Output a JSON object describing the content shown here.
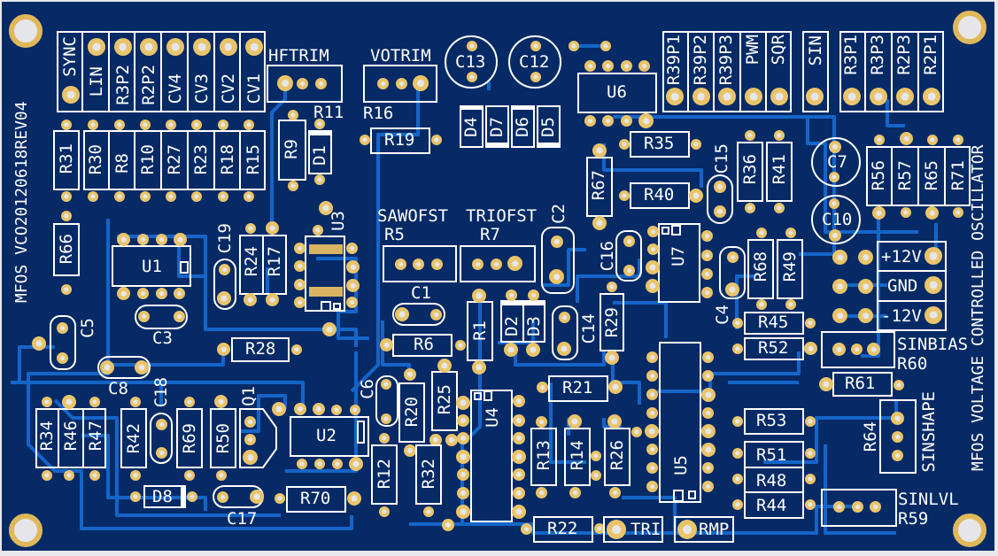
{
  "board": {
    "title_left": "MFOS   VCO20120618REV04",
    "title_right": "MFOS VOLTAGE CONTROLLED OSCILLATOR",
    "colors": {
      "substrate": "#062a66",
      "trace": "#1565c8",
      "pad": "#e9c46a",
      "silkscreen": "#ffffff",
      "drill": "#e6e6ea"
    }
  },
  "connectors_top_left": [
    "SYNC",
    "LIN",
    "R3P2",
    "R2P2",
    "CV4",
    "CV3",
    "CV2",
    "CV1"
  ],
  "connectors_top_right_a": [
    "R39P1",
    "R39P2",
    "R39P3",
    "PWM",
    "SQR"
  ],
  "connectors_top_right_b": [
    "SIN"
  ],
  "connectors_top_right_c": [
    "R3P1",
    "R3P3",
    "R2P3",
    "R2P1"
  ],
  "power": [
    "+12V",
    "GND",
    "-12V"
  ],
  "trimmers": {
    "hftrim": {
      "name": "HFTRIM",
      "ref": "R11"
    },
    "votrim": {
      "name": "VOTRIM",
      "ref": "R16"
    },
    "sawofst": {
      "name": "SAWOFST",
      "ref": "R5"
    },
    "triofst": {
      "name": "TRIOFST",
      "ref": "R7"
    },
    "sinbias": {
      "name": "SINBIAS",
      "ref": "R60"
    },
    "sinshape": {
      "name": "SINSHAPE",
      "ref": "R64"
    },
    "sinlvl": {
      "name": "SINLVL",
      "ref": "R59"
    }
  },
  "resistors_row": [
    "R31",
    "R30",
    "R8",
    "R10",
    "R27",
    "R23",
    "R18",
    "R15"
  ],
  "components": {
    "R9": "R9",
    "D1": "D1",
    "R19": "R19",
    "C13": "C13",
    "C12": "C12",
    "D4": "D4",
    "D7": "D7",
    "D6": "D6",
    "D5": "D5",
    "U6": "U6",
    "R35": "R35",
    "R40": "R40",
    "R67": "R67",
    "C15": "C15",
    "R36": "R36",
    "R41": "R41",
    "C7": "C7",
    "C10": "C10",
    "R56": "R56",
    "R57": "R57",
    "R65": "R65",
    "R71": "R71",
    "R66": "R66",
    "U1": "U1",
    "C19": "C19",
    "R24": "R24",
    "R17": "R17",
    "U3": "U3",
    "C2": "C2",
    "C16": "C16",
    "U7": "U7",
    "C4": "C4",
    "R68": "R68",
    "R49": "R49",
    "R45": "R45",
    "R52": "R52",
    "C5": "C5",
    "C3": "C3",
    "C1": "C1",
    "R1": "R1",
    "D2": "D2",
    "D3": "D3",
    "C14": "C14",
    "R29": "R29",
    "R28": "R28",
    "R6": "R6",
    "C8": "C8",
    "C6": "C6",
    "R20": "R20",
    "R25": "R25",
    "U4": "U4",
    "R21": "R21",
    "R61": "R61",
    "R34": "R34",
    "R46": "R46",
    "R47": "R47",
    "R42": "R42",
    "C18": "C18",
    "R69": "R69",
    "R50": "R50",
    "Q1": "Q1",
    "U2": "U2",
    "R12": "R12",
    "R32": "R32",
    "R13": "R13",
    "R14": "R14",
    "R26": "R26",
    "U5": "U5",
    "R53": "R53",
    "R51": "R51",
    "R48": "R48",
    "R44": "R44",
    "D8": "D8",
    "C17": "C17",
    "R70": "R70",
    "R22": "R22",
    "TRI": "TRI",
    "RMP": "RMP"
  }
}
